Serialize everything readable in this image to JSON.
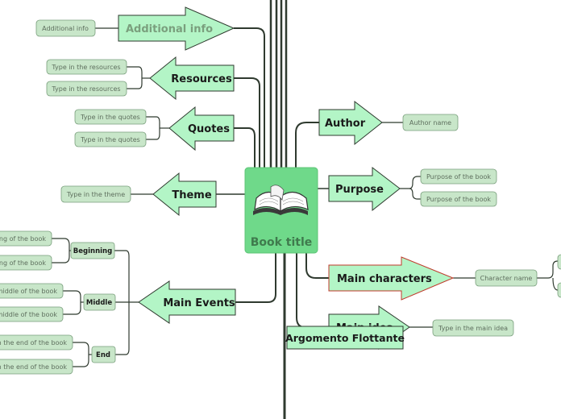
{
  "central": {
    "title": "Book title",
    "icon": "open-book-icon"
  },
  "branches": {
    "additional_info": {
      "label": "Additional info",
      "child": "Additional info"
    },
    "resources": {
      "label": "Resources",
      "children": [
        "Type in the resources",
        "Type in the resources"
      ]
    },
    "quotes": {
      "label": "Quotes",
      "children": [
        "Type in the quotes",
        "Type in the quotes"
      ]
    },
    "theme": {
      "label": "Theme",
      "child": "Type in the theme"
    },
    "main_events": {
      "label": "Main Events",
      "beginning": {
        "label": "Beginning",
        "children": [
          "ng of the book",
          "ng of the book"
        ]
      },
      "middle": {
        "label": "Middle",
        "children": [
          "middle of the book",
          "middle of the book"
        ]
      },
      "end": {
        "label": "End",
        "children": [
          "n the end of the book",
          "n the end of the book"
        ]
      }
    },
    "author": {
      "label": "Author",
      "child": "Author name"
    },
    "purpose": {
      "label": "Purpose",
      "children": [
        "Purpose of the book",
        "Purpose of the book"
      ]
    },
    "main_characters": {
      "label": "Main characters",
      "child": "Character name"
    },
    "main_idea": {
      "label": "Main idea",
      "child": "Type in the main idea"
    }
  },
  "floating": {
    "label": "Argomento Flottante"
  },
  "colors": {
    "node_fill": "#b3f5c6",
    "sub_fill": "#c8e6c9",
    "central_fill": "#6fd98a",
    "line": "#2f3a2f",
    "selected_border": "#c0392b"
  }
}
